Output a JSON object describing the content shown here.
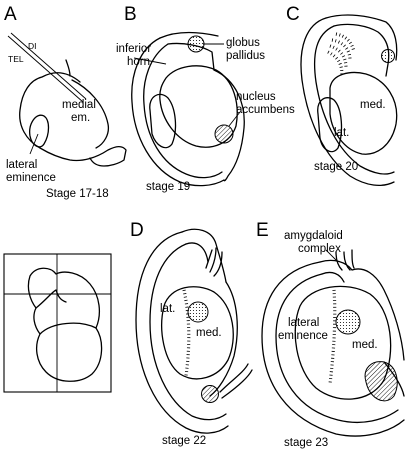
{
  "panels": {
    "A": {
      "letter": "A",
      "stage": "Stage 17-18",
      "labels": {
        "tel": "TEL",
        "di": "DI",
        "medial_em_1": "medial",
        "medial_em_2": "em.",
        "lateral_em_1": "lateral",
        "lateral_em_2": "eminence"
      }
    },
    "B": {
      "letter": "B",
      "stage": "stage 19",
      "labels": {
        "inferior_horn_1": "inferior",
        "inferior_horn_2": "horn",
        "globus_pallidus_1": "globus",
        "globus_pallidus_2": "pallidus",
        "nucleus_accumbens_1": "nucleus",
        "nucleus_accumbens_2": "accumbens"
      }
    },
    "C": {
      "letter": "C",
      "stage": "stage 20",
      "labels": {
        "med": "med.",
        "lat": "lat."
      }
    },
    "D": {
      "letter": "D",
      "stage": "stage 22",
      "labels": {
        "lat": "lat.",
        "med": "med."
      }
    },
    "E": {
      "letter": "E",
      "stage": "stage 23",
      "labels": {
        "amygdaloid_1": "amygdaloid",
        "amygdaloid_2": "complex",
        "lateral_em_1": "lateral",
        "lateral_em_2": "eminence",
        "med": "med."
      }
    }
  },
  "colors": {
    "line": "#000000",
    "background": "#ffffff"
  }
}
